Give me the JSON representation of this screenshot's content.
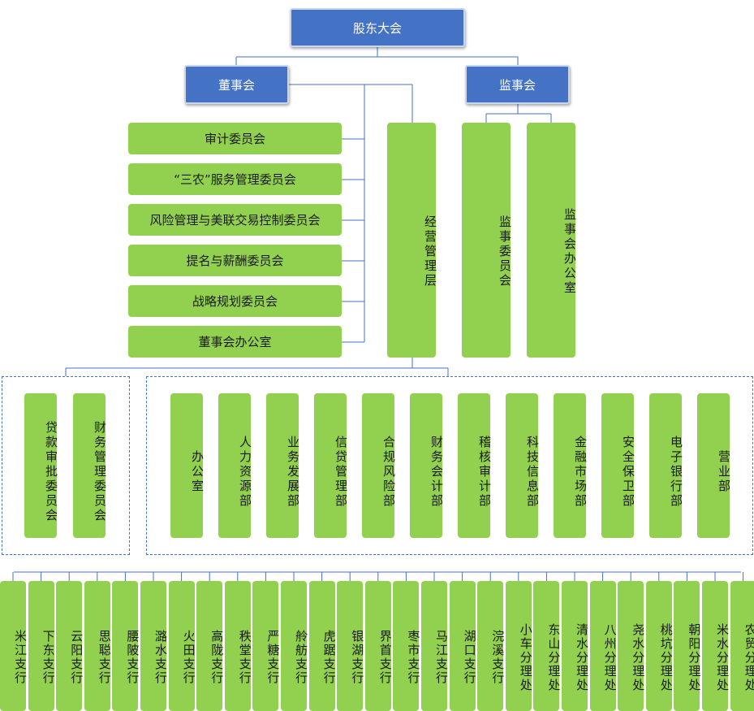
{
  "top": {
    "shareholders": "股东大会"
  },
  "board": {
    "label": "董事会"
  },
  "supervisory": {
    "label": "监事会"
  },
  "board_committees": [
    "审计委员会",
    "“三农”服务管理委员会",
    "风险管理与美联交易控制委员会",
    "提名与薪酬委员会",
    "战略规划委员会",
    "董事会办公室"
  ],
  "management": {
    "label": "经营管理层"
  },
  "supervisory_units": [
    "监事委员会",
    "监事会办公室"
  ],
  "left_committees": [
    "贷款审批委员会",
    "财务管理委员会"
  ],
  "departments": [
    "办公室",
    "人力资源部",
    "业务发展部",
    "信贷管理部",
    "合规风险部",
    "财务会计部",
    "稽核审计部",
    "科技信息部",
    "金融市场部",
    "安全保卫部",
    "电子银行部",
    "营业部"
  ],
  "branches": [
    "米江支行",
    "下东支行",
    "云阳支行",
    "思聪支行",
    "腰陂支行",
    "潞水支行",
    "火田支行",
    "高陇支行",
    "秩堂支行",
    "严糖支行",
    "舲舫支行",
    "虎踞支行",
    "银湖支行",
    "界首支行",
    "枣市支行",
    "马江支行",
    "湖口支行",
    "浣溪支行",
    "小车分理处",
    "东山分理处",
    "清水分理处",
    "八州分理处",
    "尧水分理处",
    "桃坑分理处",
    "朝阳分理处",
    "米水分理处",
    "农贸分理处"
  ],
  "colors": {
    "blue": "#4472c4",
    "green": "#92d050",
    "line": "#4472c4"
  }
}
